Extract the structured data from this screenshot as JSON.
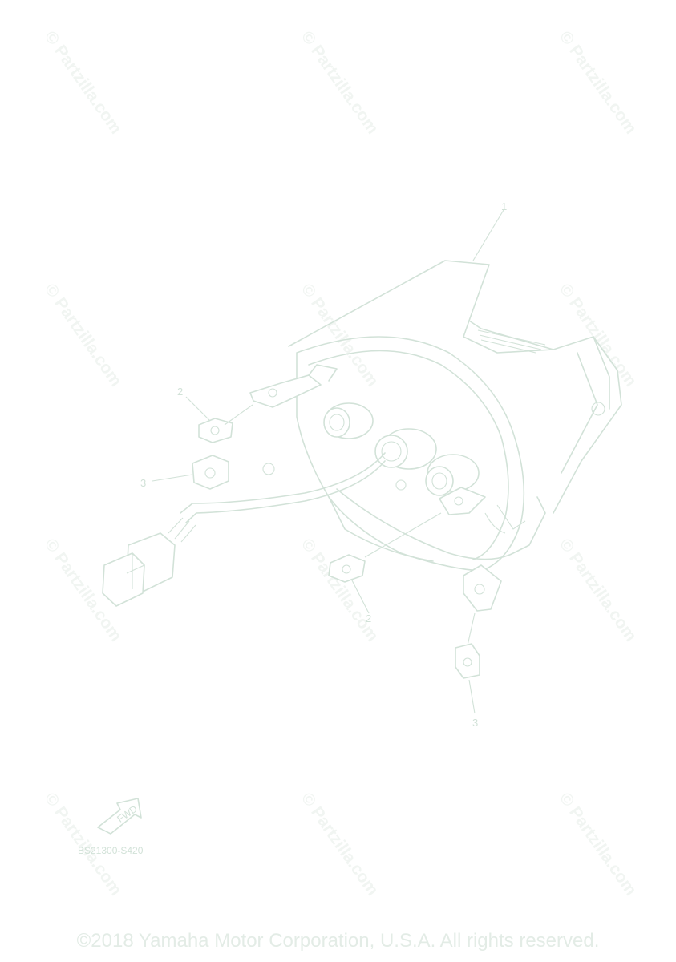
{
  "watermark": "© Partzilla.com",
  "callouts": {
    "c1": "1",
    "c2a": "2",
    "c2b": "2",
    "c3a": "3",
    "c3b": "3"
  },
  "fwd_label": "FWD",
  "diagram_code": "BS21300-S420",
  "copyright": "©2018 Yamaha Motor Corporation, U.S.A. All rights reserved."
}
